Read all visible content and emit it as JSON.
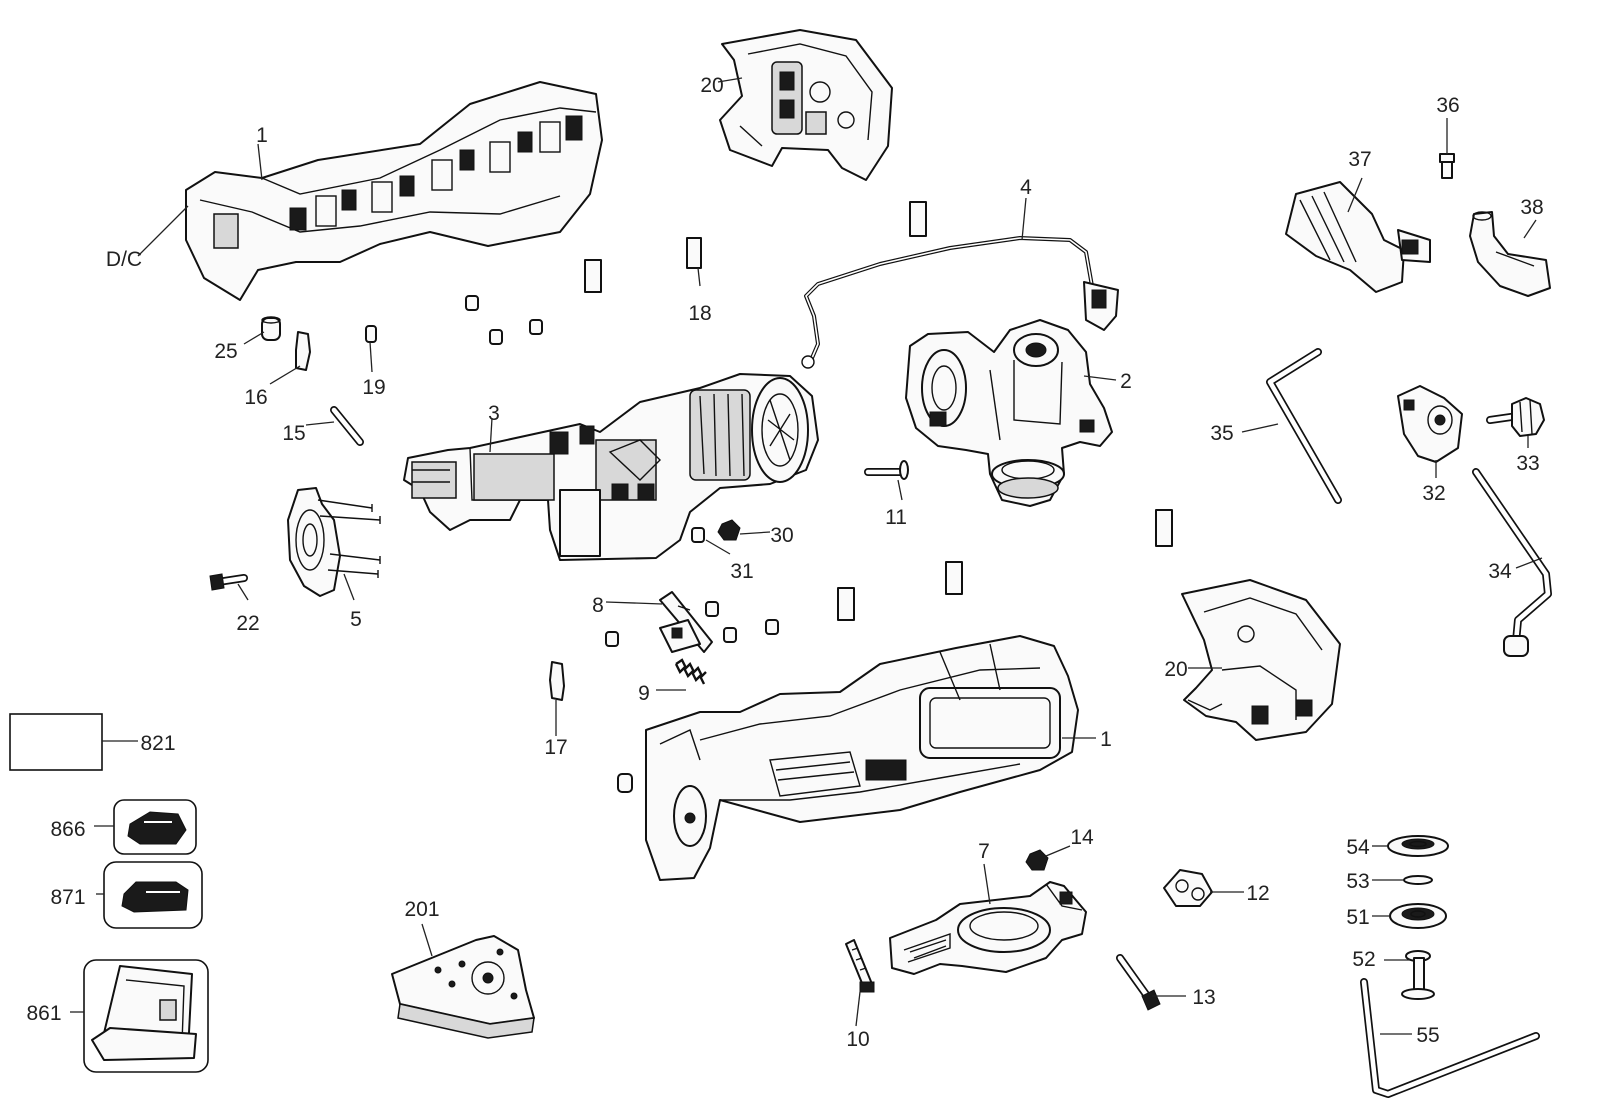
{
  "diagram": {
    "labels": {
      "l_1_top": "1",
      "l_dc": "D/C",
      "l_20_top": "20",
      "l_4": "4",
      "l_36": "36",
      "l_37": "37",
      "l_38": "38",
      "l_18": "18",
      "l_25": "25",
      "l_16": "16",
      "l_19": "19",
      "l_2": "2",
      "l_3": "3",
      "l_15": "15",
      "l_35": "35",
      "l_33": "33",
      "l_32": "32",
      "l_11": "11",
      "l_30": "30",
      "l_31": "31",
      "l_34": "34",
      "l_22": "22",
      "l_5": "5",
      "l_8": "8",
      "l_20_bot": "20",
      "l_9": "9",
      "l_1_bot": "1",
      "l_821": "821",
      "l_17": "17",
      "l_866": "866",
      "l_14": "14",
      "l_54": "54",
      "l_7": "7",
      "l_53": "53",
      "l_871": "871",
      "l_12": "12",
      "l_51": "51",
      "l_201": "201",
      "l_52": "52",
      "l_861": "861",
      "l_13": "13",
      "l_55": "55",
      "l_10": "10"
    }
  }
}
